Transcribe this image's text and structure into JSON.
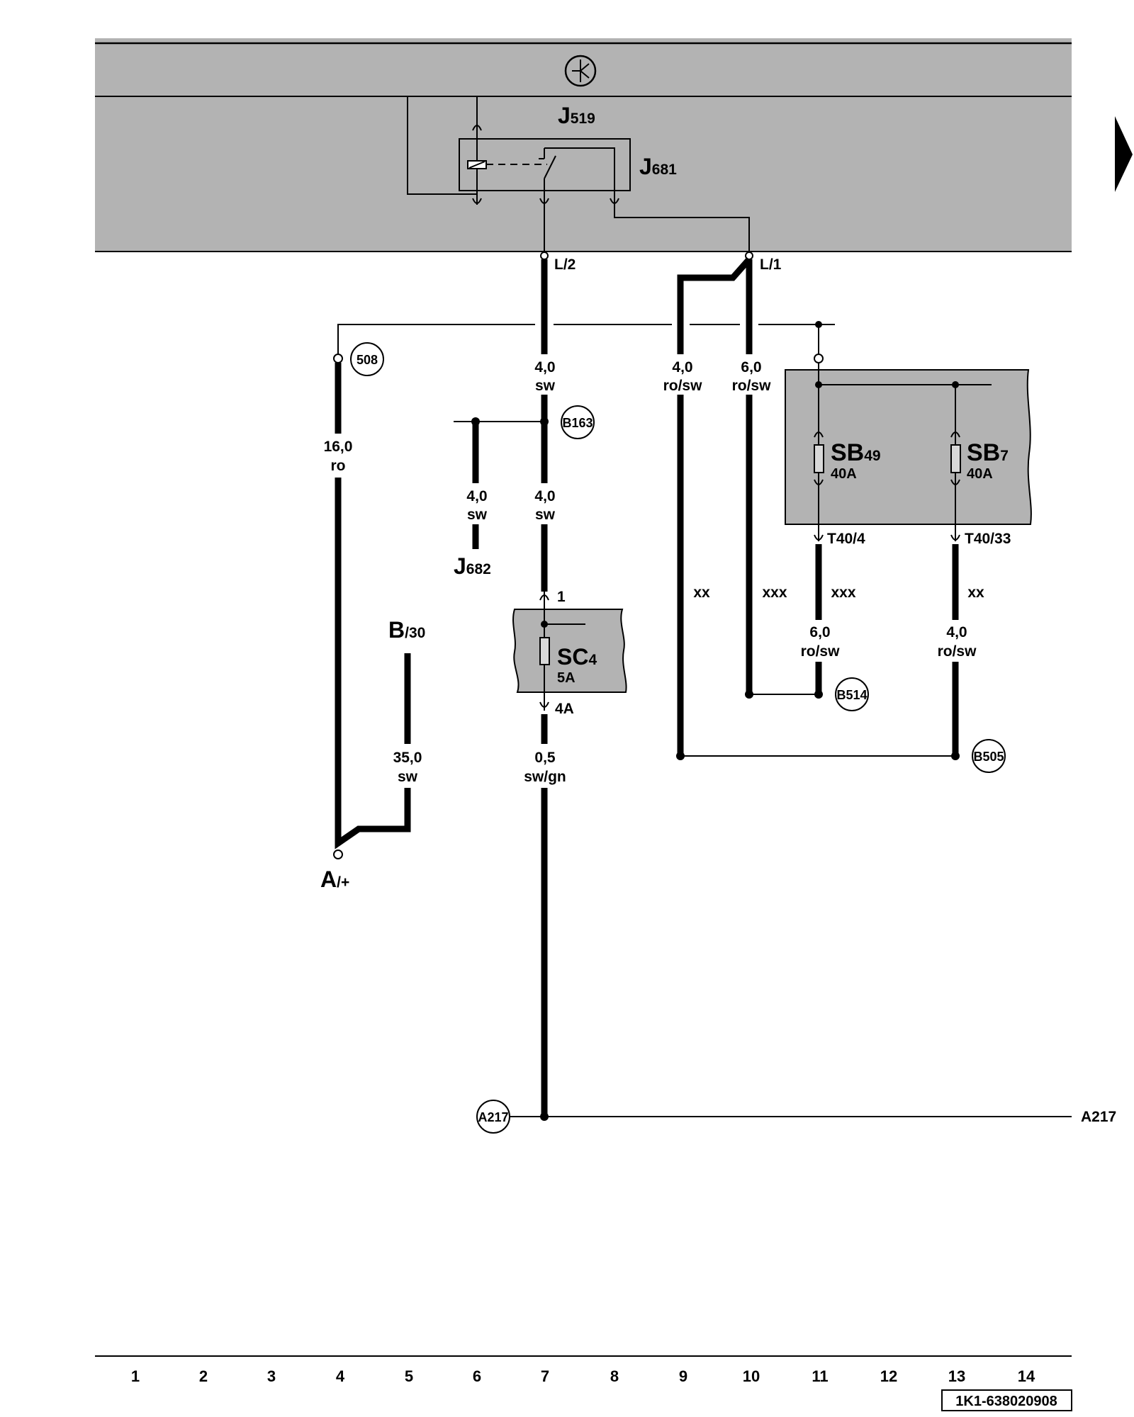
{
  "diagram": {
    "document_code": "1K1-638020908",
    "columns": [
      "1",
      "2",
      "3",
      "4",
      "5",
      "6",
      "7",
      "8",
      "9",
      "10",
      "11",
      "12",
      "13",
      "14"
    ]
  },
  "components": {
    "j519": {
      "letter": "J",
      "sub": "519"
    },
    "j681": {
      "letter": "J",
      "sub": "681"
    },
    "j682": {
      "letter": "J",
      "sub": "682"
    },
    "b30": {
      "letter": "B",
      "sub": "/30"
    },
    "a_plus": {
      "letter": "A",
      "sub": "/+"
    },
    "sb49": {
      "letter": "SB",
      "sub": "49",
      "rating": "40A"
    },
    "sb7": {
      "letter": "SB",
      "sub": "7",
      "rating": "40A"
    },
    "sc4": {
      "letter": "SC",
      "sub": "4",
      "rating": "5A"
    }
  },
  "pins": {
    "l2": "L/2",
    "l1": "L/1",
    "t40_4": "T40/4",
    "t40_33": "T40/33",
    "sc4_in": "1",
    "sc4_out": "4A"
  },
  "wires": {
    "col4": {
      "size": "16,0",
      "color": "ro"
    },
    "col5": {
      "size": "35,0",
      "color": "sw"
    },
    "col6": {
      "size": "4,0",
      "color": "sw"
    },
    "col7_top": {
      "size": "4,0",
      "color": "sw"
    },
    "col7_mid": {
      "size": "4,0",
      "color": "sw"
    },
    "col7_bottom": {
      "size": "0,5",
      "color": "sw/gn"
    },
    "col9": {
      "size": "4,0",
      "color": "ro/sw",
      "mark": "xx"
    },
    "col10": {
      "size": "6,0",
      "color": "ro/sw",
      "mark": "xxx"
    },
    "col11": {
      "size": "6,0",
      "color": "ro/sw",
      "mark": "xxx"
    },
    "col13": {
      "size": "4,0",
      "color": "ro/sw",
      "mark": "xx"
    }
  },
  "connections": {
    "c508": "508",
    "b163": "B163",
    "b514": "B514",
    "b505": "B505",
    "a217": "A217",
    "a217_ref": "A217"
  },
  "icons": {
    "relay_carrier": "relay-carrier-icon",
    "continuation": "continuation-arrow-icon"
  },
  "colors": {
    "background": "#ffffff",
    "housing": "#b3b3b3",
    "wire": "#000000"
  }
}
